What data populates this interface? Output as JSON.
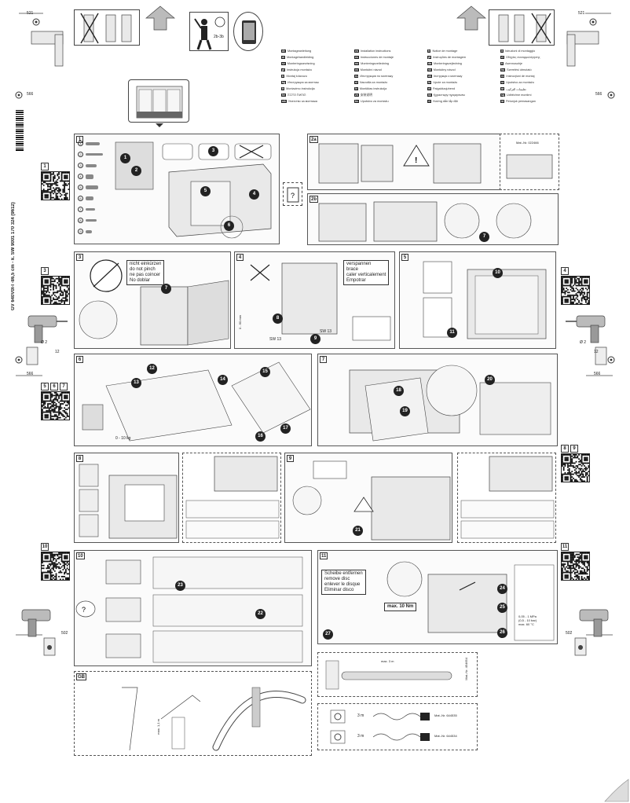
{
  "dimensions": {
    "top_left": "521",
    "top_right": "521",
    "left_mid": "566",
    "right_mid": "566",
    "left_low": "566",
    "right_low": "566",
    "left_bottom": "502",
    "right_bottom": "502",
    "drill_diameter": "Ø 2",
    "drill_depth": "12"
  },
  "header_icons": {
    "pictogram_label": "2b-3b"
  },
  "product_code": "GV 640V0I-I -86,5 cm - k. SW  9001 170 324 (9612)",
  "languages": [
    {
      "code": "de",
      "text": "Montageanleitung"
    },
    {
      "code": "en",
      "text": "Installation instructions"
    },
    {
      "code": "fr",
      "text": "Notice de montage"
    },
    {
      "code": "it",
      "text": "Istruzioni di montaggio"
    },
    {
      "code": "nl",
      "text": "Montagehandleiding"
    },
    {
      "code": "es",
      "text": "Instrucciones de montaje"
    },
    {
      "code": "pt",
      "text": "Instruções de montagem"
    },
    {
      "code": "el",
      "text": "Οδηγίες συναρμολόγησης"
    },
    {
      "code": "sv",
      "text": "Monteringsanvisning"
    },
    {
      "code": "no",
      "text": "Monteringsveiledning"
    },
    {
      "code": "da",
      "text": "Monteringsvejledning"
    },
    {
      "code": "fi",
      "text": "Asennusohje"
    },
    {
      "code": "pl",
      "text": "Instrukcja montażu"
    },
    {
      "code": "cs",
      "text": "Montážní návod"
    },
    {
      "code": "sk",
      "text": "Montážny návod"
    },
    {
      "code": "hu",
      "text": "Szerelési útmutató"
    },
    {
      "code": "tr",
      "text": "Montaj kılavuzu"
    },
    {
      "code": "ru",
      "text": "Инструкция по монтажу"
    },
    {
      "code": "uk",
      "text": "Інструкція з монтажу"
    },
    {
      "code": "ro",
      "text": "Instrucţiuni de montaj"
    },
    {
      "code": "bg",
      "text": "Инструкция за монтаж"
    },
    {
      "code": "sl",
      "text": "Navodila za montažo"
    },
    {
      "code": "hr",
      "text": "Upute za montažu"
    },
    {
      "code": "sr",
      "text": "Uputstvo za montažu"
    },
    {
      "code": "lt",
      "text": "Montavimo instrukcija"
    },
    {
      "code": "lv",
      "text": "Montāžas instrukcija"
    },
    {
      "code": "et",
      "text": "Paigaldusjuhend"
    },
    {
      "code": "ar",
      "text": "تعليمات التركيب"
    },
    {
      "code": "he",
      "text": "הוראות הרכבה"
    },
    {
      "code": "zh",
      "text": "安装说明"
    },
    {
      "code": "kk",
      "text": "Құрастыру нұсқаулығы"
    },
    {
      "code": "sq",
      "text": "Udhëzime montimi"
    },
    {
      "code": "mk",
      "text": "Упатство за монтажа"
    },
    {
      "code": "bs",
      "text": "Uputstvo za montažu"
    },
    {
      "code": "vi",
      "text": "Hướng dẫn lắp đặt"
    },
    {
      "code": "id",
      "text": "Petunjuk pemasangan"
    }
  ],
  "steps": {
    "s1": "1",
    "s2a": "2a",
    "s2b": "2b",
    "s3": "3",
    "s4": "4",
    "s5": "5",
    "s6": "6",
    "s7": "7",
    "s8": "8",
    "s9": "9",
    "s10": "10",
    "s11": "11",
    "gb": "GB"
  },
  "qr_labels": {
    "q1": "1",
    "q3": "3",
    "q4": "4",
    "q5": "5",
    "q6": "6",
    "q7": "7",
    "q8": "8",
    "q9": "9",
    "q10": "10",
    "q11": "11"
  },
  "badges": {
    "b1": "1",
    "b2": "2",
    "b3": "3",
    "b4": "4",
    "b5": "5",
    "b6": "6",
    "b7": "7",
    "b8": "8",
    "b9": "9",
    "b10": "10",
    "b11": "11",
    "b12": "12",
    "b13": "13",
    "b14": "14",
    "b15": "15",
    "b16": "16",
    "b17": "17",
    "b18": "18",
    "b19": "19",
    "b20": "20",
    "b21": "21",
    "b22": "22",
    "b23": "23",
    "b24": "24",
    "b25": "25",
    "b26": "26",
    "b27": "27"
  },
  "mat_nr_1": "Mat.-Nr. 022466",
  "step3_note": "nicht einkürzen\ndo not pinch\nne pas coincer\nNo doblar",
  "step4_note": "verspannen\nbrace\ncaler verticalement\nEmpotrar",
  "step4_tools": {
    "a": "SW 13",
    "b": "SW 13",
    "dim": "0 - 60 mm"
  },
  "step6_weight": "0 - 10 kg",
  "step11_note": "Scheibe entfernen\nremove disc\nenlever le disque\nEliminar disco",
  "step11_torque": "max. 10 Nm",
  "step11_pressure": "0,05 - 1 MPa\n(0,5 - 10 bar)\nmax. 60 °C",
  "step11_hose": "max. 3 m",
  "hose_mat": "Mat.-Nr. 454654",
  "mat_nr_2": "Mat.-Nr. 644535",
  "mat_nr_3": "Mat.-Nr. 644534",
  "length_3m_a": "3 m",
  "length_3m_b": "3 m",
  "gb_dim": "max. 1,1 m"
}
